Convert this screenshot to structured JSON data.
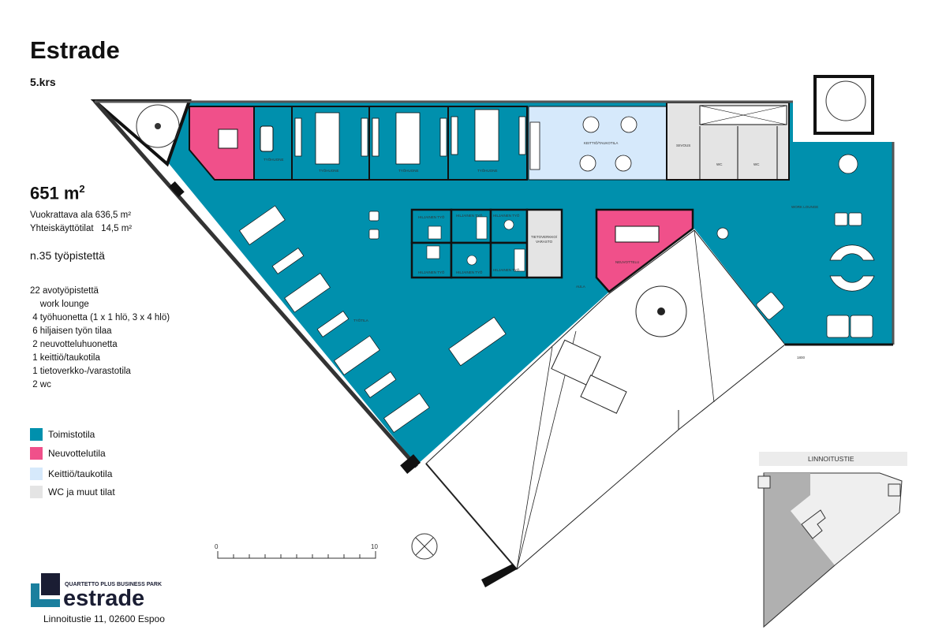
{
  "header": {
    "title": "Estrade",
    "floor": "5.krs"
  },
  "summary": {
    "area": "651 m",
    "area_sup": "2",
    "rentable": "Vuokrattava ala 636,5 m²",
    "shared": "Yhteiskäyttötilat   14,5 m²",
    "workstations": "n.35 työpistettä",
    "items": [
      "22 avotyöpistettä",
      "    work lounge",
      " 4 työhuonetta (1 x 1 hlö, 3 x 4 hlö)",
      " 6 hiljaisen työn tilaa",
      " 2 neuvotteluhuonetta",
      " 1 keittiö/taukotila",
      " 1 tietoverkko-/varastotila",
      " 2 wc"
    ]
  },
  "legend": [
    {
      "label": "Toimistotila",
      "color": "#0090ad"
    },
    {
      "label": "Neuvottelutila",
      "color": "#f0508a"
    },
    {
      "label": "Keittiö/taukotila",
      "color": "#d6e9fb"
    },
    {
      "label": "WC ja muut tilat",
      "color": "#e4e4e4"
    }
  ],
  "plan_labels": {
    "tyohuone_small": "TYÖHUONE",
    "tyohuone": "TYÖHUONE",
    "keittio": "KEITTIÖ/TAUKOTILA",
    "siivous": "SIIVOUS",
    "wc": "WC",
    "hiljainen": "HILJAINEN TYÖ",
    "tietoverkko": "TIETOVERKKO/",
    "varasto": "VARASTO",
    "neuvottelu": "NEUVOTTELU",
    "aula": "AULA",
    "tyotila": "TYÖTILA",
    "work_lounge": "WORK LOUNGE",
    "door_code": "1800"
  },
  "scale": {
    "start": "0",
    "end": "10"
  },
  "keyplan": {
    "street": "LINNOITUSTIE"
  },
  "logo": {
    "tagline": "QUARTETTO PLUS BUSINESS PARK",
    "name": "estrade"
  },
  "address": "Linnoitustie 11, 02600 Espoo"
}
